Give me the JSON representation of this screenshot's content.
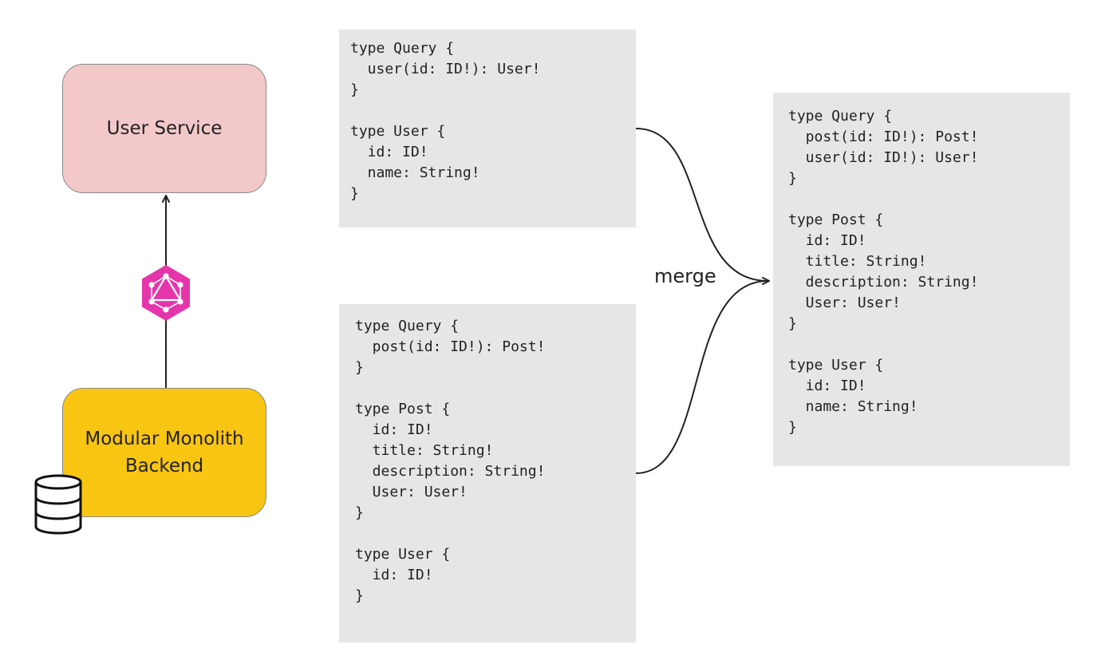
{
  "nodes": {
    "user_service": "User Service",
    "monolith": "Modular Monolith\nBackend"
  },
  "schemas": {
    "user_service_schema": "type Query {\n  user(id: ID!): User!\n}\n\ntype User {\n  id: ID!\n  name: String!\n}",
    "monolith_schema": "type Query {\n  post(id: ID!): Post!\n}\n\ntype Post {\n  id: ID!\n  title: String!\n  description: String!\n  User: User!\n}\n\ntype User {\n  id: ID!\n}",
    "merged_schema": "type Query {\n  post(id: ID!): Post!\n  user(id: ID!): User!\n}\n\ntype Post {\n  id: ID!\n  title: String!\n  description: String!\n  User: User!\n}\n\ntype User {\n  id: ID!\n  name: String!\n}"
  },
  "edge_label": "merge",
  "icons": {
    "graphql": "graphql-icon",
    "database": "database-icon"
  },
  "colors": {
    "user_service_fill": "#f3c8c9",
    "monolith_fill": "#f8c512",
    "graphql_pink": "#e535ab",
    "code_background": "#e6e6e6"
  }
}
